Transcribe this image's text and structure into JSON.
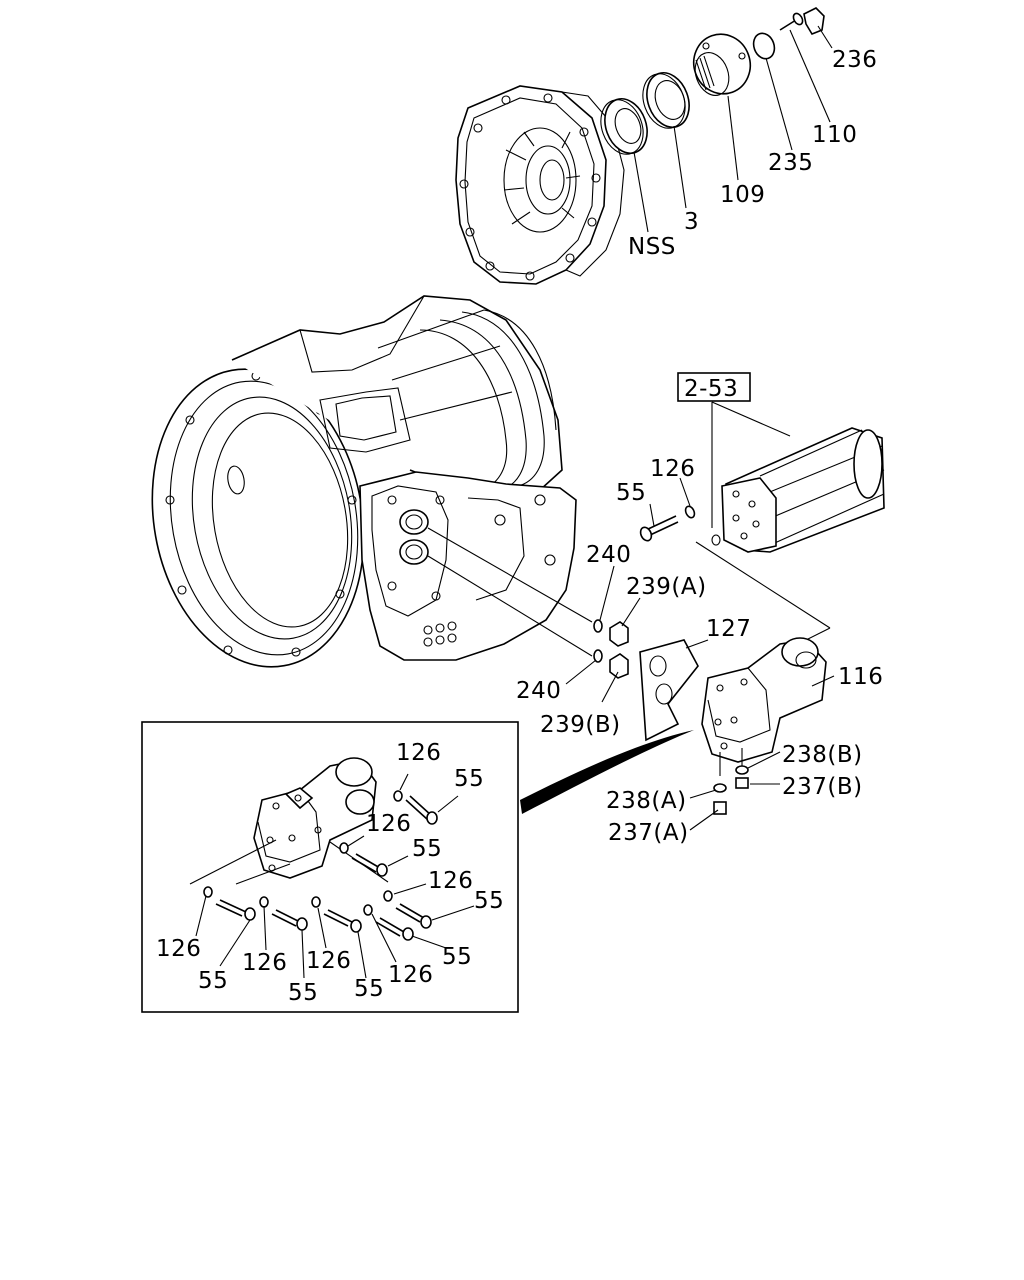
{
  "labels": {
    "top": {
      "l236": "236",
      "l110": "110",
      "l235": "235",
      "l109": "109",
      "l3": "3",
      "lnss": "NSS"
    },
    "main": {
      "ref_box": "2-53",
      "l126": "126",
      "l55": "55",
      "l240_upper": "240",
      "l239a": "239(A)",
      "l127": "127",
      "l116": "116",
      "l240_lower": "240",
      "l239b": "239(B)",
      "l238b": "238(B)",
      "l237b": "237(B)",
      "l238a": "238(A)",
      "l237a": "237(A)"
    },
    "inset": {
      "w1": "126",
      "b1": "55",
      "w2": "126",
      "b2": "55",
      "w3": "126",
      "b3": "55",
      "w4": "126",
      "b4": "55",
      "w5": "126",
      "b5": "55",
      "w6": "126",
      "b6": "55",
      "w7": "126",
      "b7": "55"
    }
  }
}
